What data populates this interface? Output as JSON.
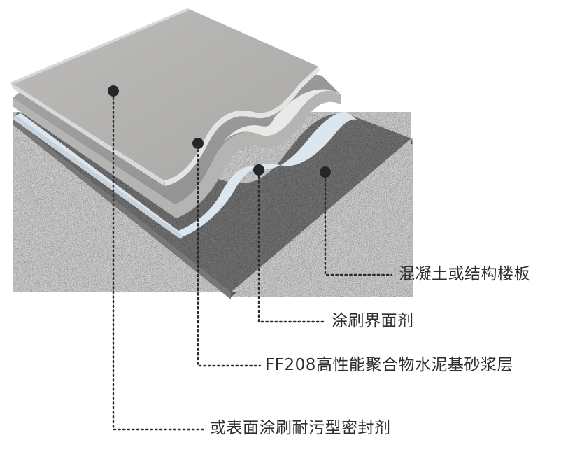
{
  "layers": [
    {
      "id": "concrete-slab",
      "label": "混凝土或结构楼板",
      "color": "#8f8f8f"
    },
    {
      "id": "interface-agent",
      "label": "涂刷界面剂",
      "color": "#dde7f0"
    },
    {
      "id": "mortar-layer",
      "label": "FF208高性能聚合物水泥基砂浆层",
      "color": "#9c9c9c"
    },
    {
      "id": "sealer-layer",
      "label": "或表面涂刷耐污型密封剂",
      "color": "#b8b8b6"
    }
  ],
  "colors": {
    "leader": "#2b2b2b",
    "dot": "#262626",
    "text": "#2e2e2e"
  }
}
